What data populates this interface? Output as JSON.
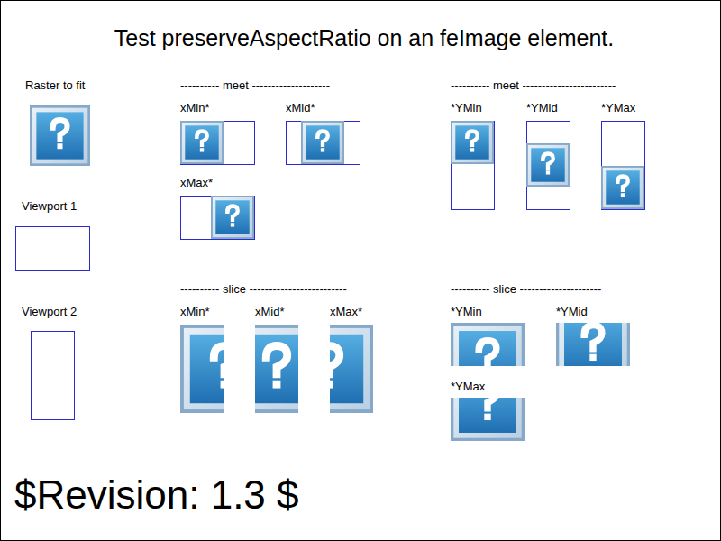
{
  "diagram": {
    "title": "Test preserveAspectRatio on an feImage element.",
    "labels": [
      "Raster to fit",
      "---------- meet --------------------",
      "---------- meet ------------------------",
      "xMin*",
      "xMid*",
      "*YMin",
      "*YMid",
      "*YMax",
      "xMax*",
      "Viewport 1",
      "---------- slice -------------------------",
      "---------- slice ---------------------",
      "Viewport 2",
      "xMin*",
      "xMid*",
      "xMax*",
      "*YMin",
      "*YMid",
      "*YMax",
      "$Revision: 1.3 $"
    ]
  }
}
